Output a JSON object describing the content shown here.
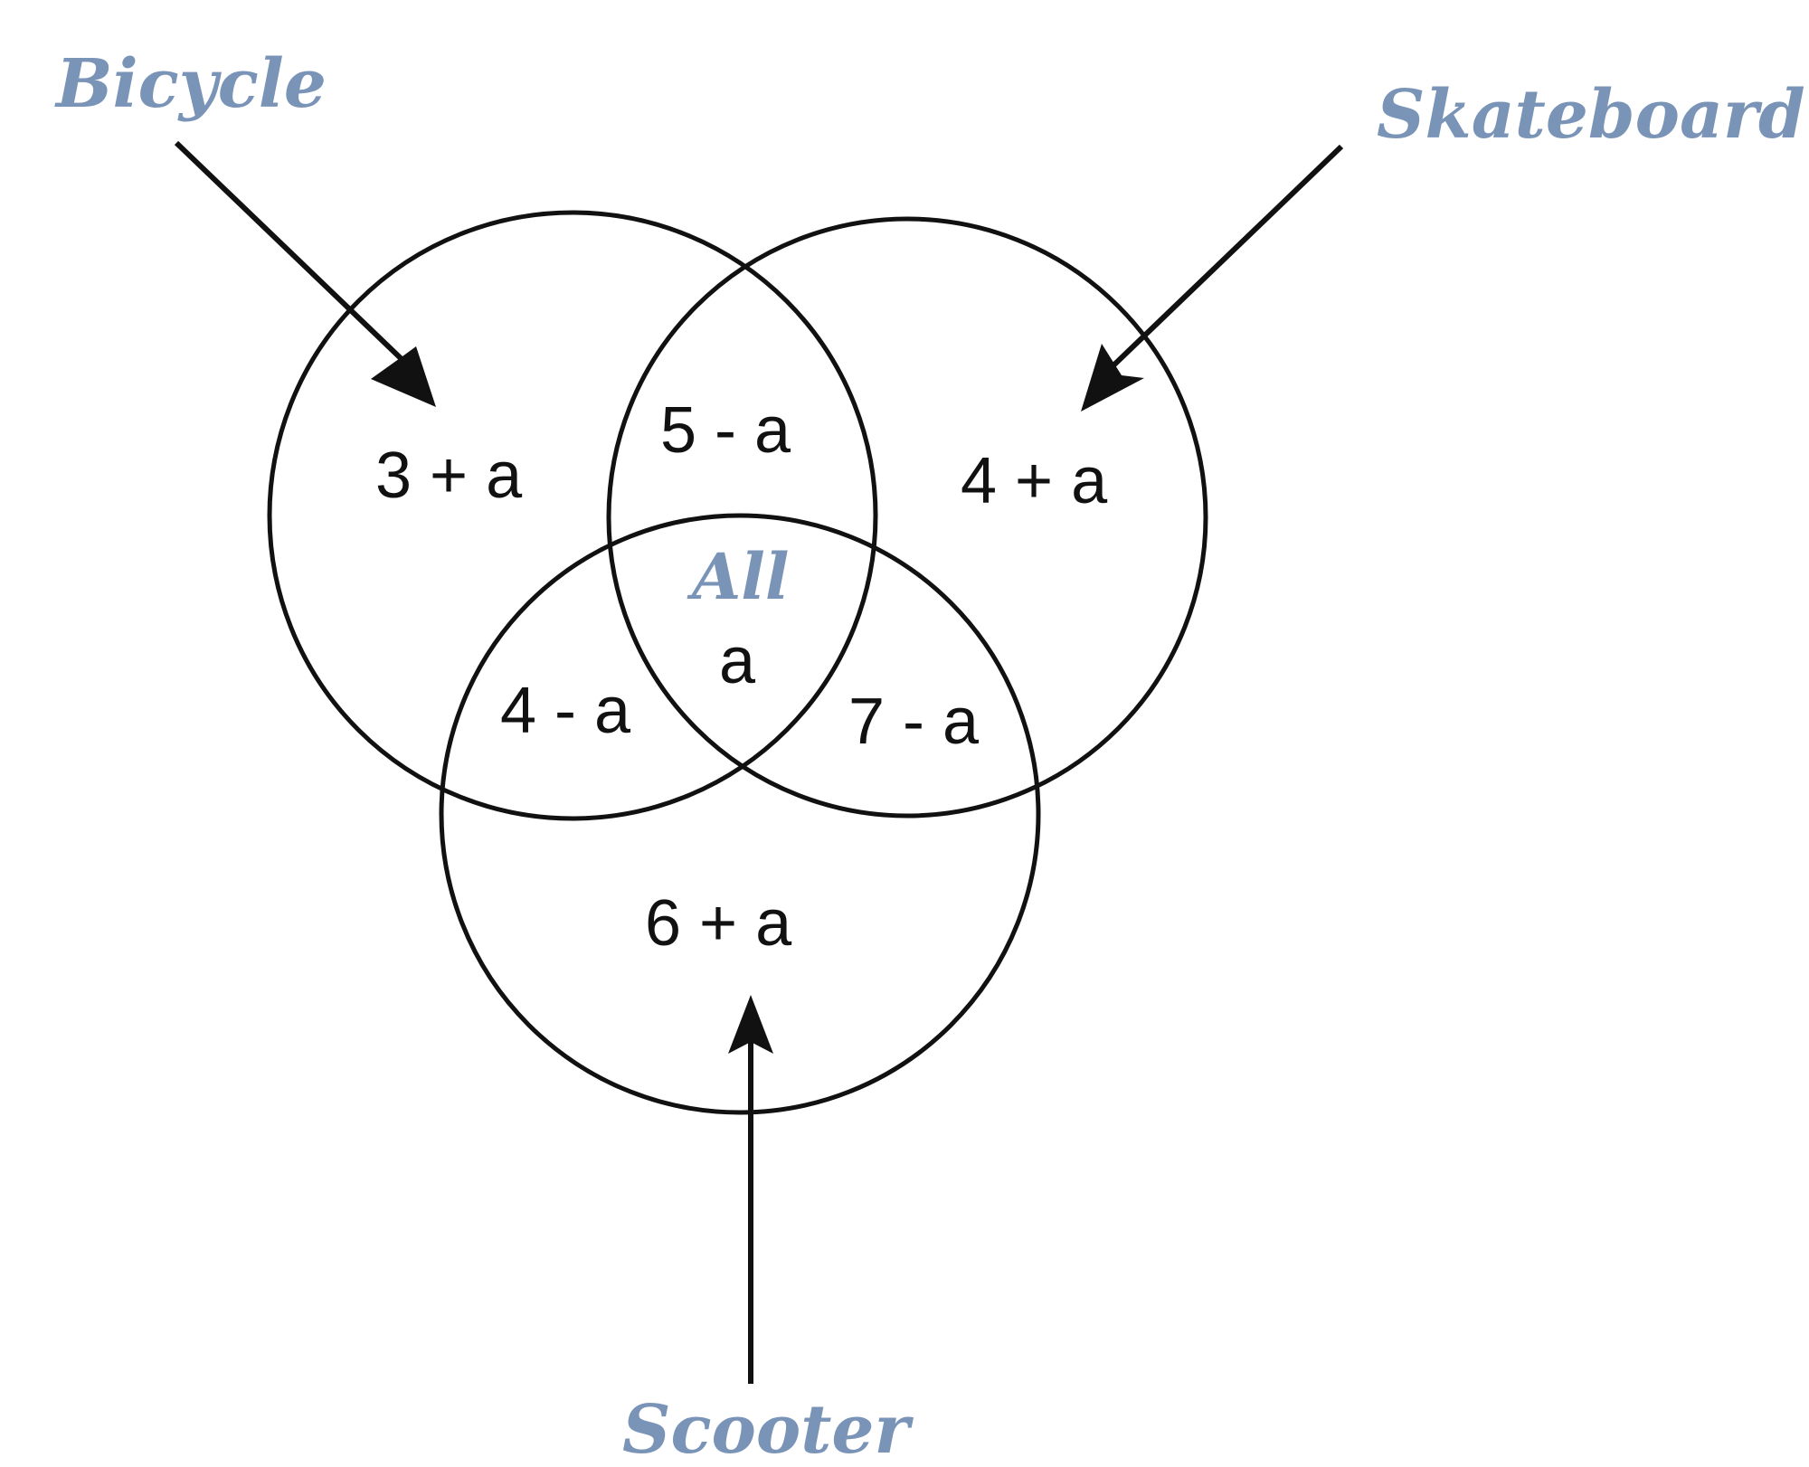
{
  "colors": {
    "label": "#7a94b8",
    "ink": "#111111"
  },
  "sets": {
    "bicycle": "Bicycle",
    "skateboard": "Skateboard",
    "scooter": "Scooter"
  },
  "center_title": "All",
  "regions": {
    "bicycle_only": "3 + a",
    "skateboard_only": "4 + a",
    "scooter_only": "6 + a",
    "bicycle_skateboard": "5 - a",
    "bicycle_scooter": "4 - a",
    "skateboard_scooter": "7 - a",
    "all_three": "a"
  }
}
